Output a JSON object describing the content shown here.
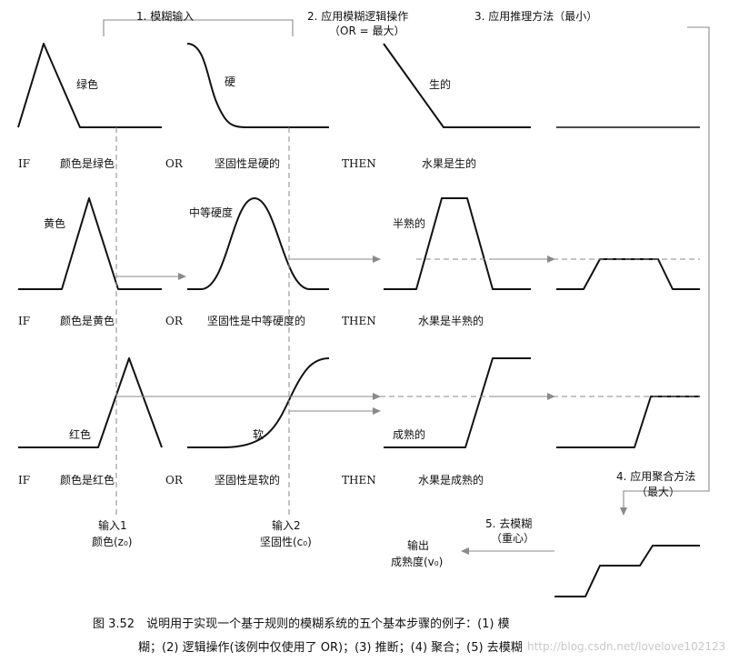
{
  "steps": {
    "fuzzify": "1. 模糊输入",
    "logic": "2. 应用模糊逻辑操作",
    "logic_sub": "（OR = 最大）",
    "implication": "3. 应用推理方法（最小）",
    "aggregate": "4. 应用聚合方法",
    "aggregate_sub": "（最大）",
    "defuzzify": "5. 去模糊",
    "defuzzify_sub": "（重心）"
  },
  "keywords": {
    "if": "IF",
    "or": "OR",
    "then": "THEN"
  },
  "rules": [
    {
      "color_mf": "绿色",
      "hard_mf": "硬",
      "fruit_mf": "生的",
      "color_clause": "颜色是绿色",
      "hard_clause": "坚固性是硬的",
      "fruit_clause": "水果是生的"
    },
    {
      "color_mf": "黄色",
      "hard_mf": "中等硬度",
      "fruit_mf": "半熟的",
      "color_clause": "颜色是黄色",
      "hard_clause": "坚固性是中等硬度的",
      "fruit_clause": "水果是半熟的"
    },
    {
      "color_mf": "红色",
      "hard_mf": "软",
      "fruit_mf": "成熟的",
      "color_clause": "颜色是红色",
      "hard_clause": "坚固性是软的",
      "fruit_clause": "水果是成熟的"
    }
  ],
  "inputs": {
    "input1_label": "输入1",
    "input1_var": "颜色(z₀)",
    "input2_label": "输入2",
    "input2_var": "坚固性(c₀)"
  },
  "output": {
    "label": "输出",
    "var": "成熟度(v₀)"
  },
  "caption": {
    "line1": "图 3.52　说明用于实现一个基于规则的模糊系统的五个基本步骤的例子：(1) 模",
    "line2": "糊；(2) 逻辑操作(该例中仅使用了 OR)；(3) 推断；(4) 聚合；(5) 去模糊"
  },
  "watermark": "http://blog.csdn.net/lovelove102123"
}
